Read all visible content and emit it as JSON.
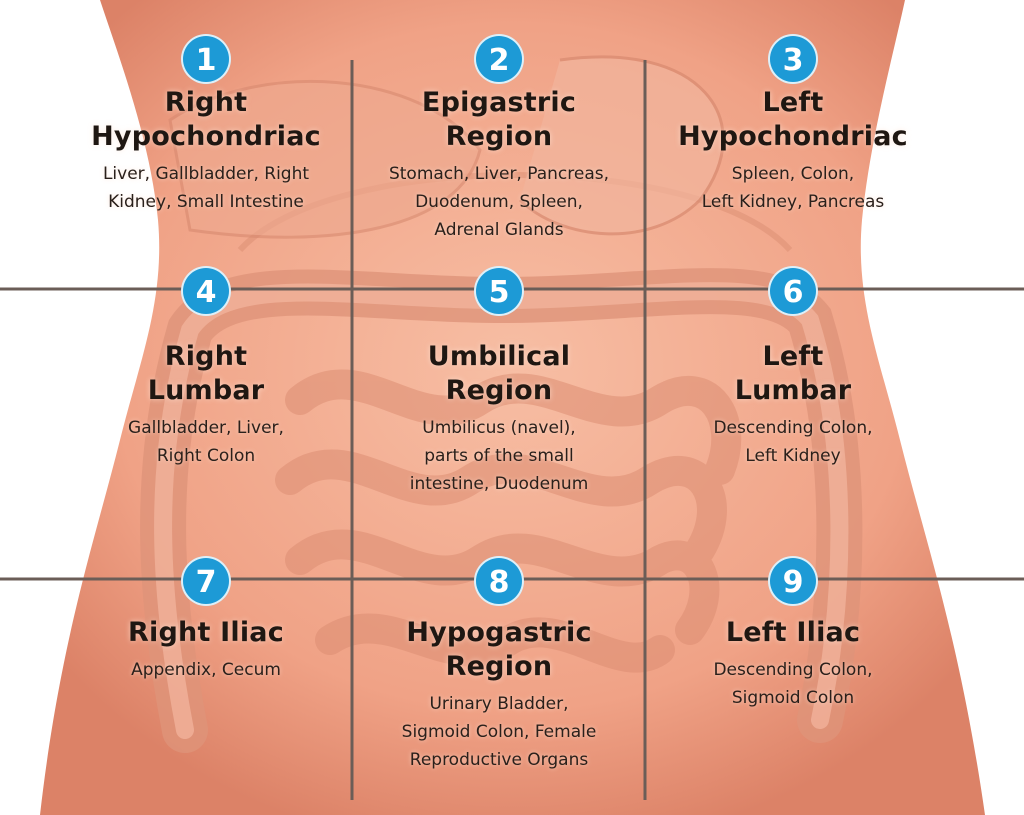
{
  "colors": {
    "badge": "#1d9ad6",
    "skin": "#f2a58a",
    "skin_shadow": "#d97d62",
    "intestine": "#e49a82",
    "grid_line": "#6b5d57"
  },
  "regions": [
    {
      "number": "1",
      "name_lines": [
        "Right",
        "Hypochondriac"
      ],
      "organ_lines": [
        "Liver, Gallbladder, Right",
        "Kidney, Small Intestine"
      ]
    },
    {
      "number": "2",
      "name_lines": [
        "Epigastric",
        "Region"
      ],
      "organ_lines": [
        "Stomach, Liver, Pancreas,",
        "Duodenum, Spleen,",
        "Adrenal Glands"
      ]
    },
    {
      "number": "3",
      "name_lines": [
        "Left",
        "Hypochondriac"
      ],
      "organ_lines": [
        "Spleen, Colon,",
        "Left Kidney, Pancreas"
      ]
    },
    {
      "number": "4",
      "name_lines": [
        "Right",
        "Lumbar"
      ],
      "organ_lines": [
        "Gallbladder, Liver,",
        "Right Colon"
      ]
    },
    {
      "number": "5",
      "name_lines": [
        "Umbilical",
        "Region"
      ],
      "organ_lines": [
        "Umbilicus (navel),",
        "parts of the small",
        "intestine, Duodenum"
      ]
    },
    {
      "number": "6",
      "name_lines": [
        "Left",
        "Lumbar"
      ],
      "organ_lines": [
        "Descending Colon,",
        "Left Kidney"
      ]
    },
    {
      "number": "7",
      "name_lines": [
        "Right Iliac"
      ],
      "organ_lines": [
        "Appendix, Cecum"
      ]
    },
    {
      "number": "8",
      "name_lines": [
        "Hypogastric",
        "Region"
      ],
      "organ_lines": [
        "Urinary Bladder,",
        "Sigmoid Colon, Female",
        "Reproductive Organs"
      ]
    },
    {
      "number": "9",
      "name_lines": [
        "Left Iliac"
      ],
      "organ_lines": [
        "Descending Colon,",
        "Sigmoid Colon"
      ]
    }
  ]
}
